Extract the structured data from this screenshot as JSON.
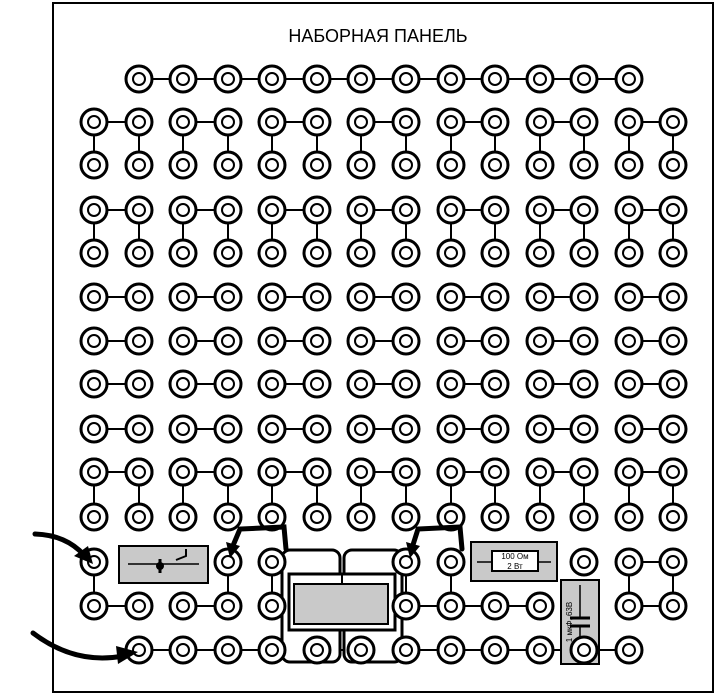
{
  "title": "НАБОРНАЯ ПАНЕЛЬ",
  "resistor": {
    "value": "100 Ом",
    "power": "2 Вт"
  },
  "capacitor": {
    "label": "1 мкФ, 63В"
  }
}
